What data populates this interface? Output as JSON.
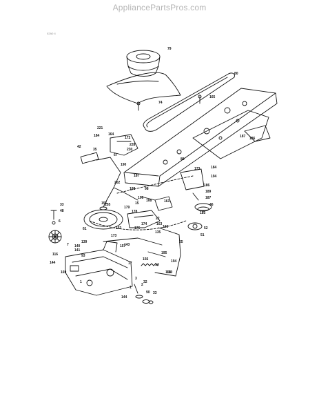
{
  "watermark": "AppliancePartsPros.com",
  "diagram_code": "02A0 4",
  "part_numbers": [
    "79",
    "80",
    "74",
    "165",
    "187",
    "186",
    "221",
    "164",
    "172",
    "184",
    "228",
    "230",
    "35",
    "42",
    "67",
    "190",
    "187",
    "173",
    "184",
    "194",
    "202",
    "188",
    "106",
    "98",
    "15",
    "161",
    "186",
    "189",
    "187",
    "46",
    "52",
    "51",
    "150",
    "33",
    "48",
    "6",
    "61",
    "7",
    "179",
    "174",
    "22",
    "178",
    "163",
    "166",
    "135",
    "25",
    "152",
    "176",
    "155",
    "143",
    "173",
    "140",
    "141",
    "93",
    "116",
    "144",
    "169",
    "17",
    "195",
    "194",
    "150",
    "14",
    "156",
    "1",
    "2",
    "144",
    "90",
    "33",
    "157",
    "1",
    "108",
    "155",
    "3",
    "139",
    "88",
    "32",
    "185"
  ]
}
